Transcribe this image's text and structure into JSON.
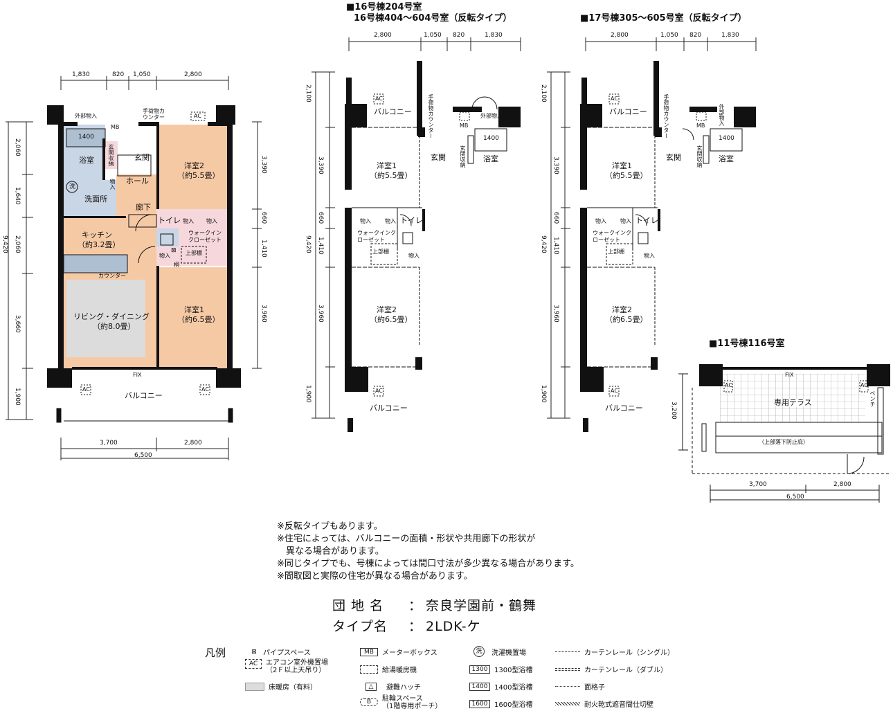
{
  "plan_main": {
    "top_dims": [
      "1,830",
      "820",
      "1,050",
      "2,800"
    ],
    "left_dims": [
      "2,060",
      "1,640",
      "2,060",
      "3,660",
      "1,900"
    ],
    "left_total": "9,420",
    "right_dims": [
      "3,390",
      "660",
      "1,410",
      "3,960"
    ],
    "bottom_dims": [
      "3,700",
      "2,800"
    ],
    "bottom_total": "6,500",
    "rooms": {
      "outdoor_storage": "外部物入",
      "hand_counter": "手荷物カウンター",
      "ac": "AC",
      "mb": "MB",
      "bath_size": "1400",
      "bath": "浴室",
      "entrance_storage": "玄関収納",
      "entrance": "玄関",
      "western2": "洋室2",
      "western2_size": "（約5.5畳）",
      "storage": "物入",
      "washer": "洗",
      "washroom": "洗面所",
      "hall": "ホール",
      "corridor": "廊下",
      "toilet": "トイレ",
      "storage_a": "物入",
      "storage_b": "物入",
      "kitchen": "キッチン",
      "kitchen_size": "（約3.2畳）",
      "walkin": "ウォークインクローゼット",
      "upper_shelf": "上部棚",
      "storage_c": "物入",
      "counter": "カウンター",
      "living": "リビング・ダイニング",
      "living_size": "（約8.0畳）",
      "western1": "洋室1",
      "western1_size": "（約6.5畳）",
      "fix": "FIX",
      "ac_left": "AC",
      "ac_right": "AC",
      "balcony": "バルコニー",
      "pipe_mark": "⊠",
      "kei": "桐"
    }
  },
  "plan_16": {
    "header1": "■16号棟204号室",
    "header2": "16号棟404〜604号室（反転タイプ）",
    "top_dims": [
      "2,800",
      "1,050",
      "820",
      "1,830"
    ],
    "left_dims": [
      "2,100",
      "3,390",
      "660",
      "1,410",
      "3,960",
      "1,900"
    ],
    "left_total": "9,420",
    "rooms": {
      "ac": "AC",
      "balcony_top": "バルコニー",
      "hand_counter": "手荷物カウンター",
      "outdoor_storage": "外部物入",
      "mb": "MB",
      "bath_size": "1400",
      "western1": "洋室1",
      "western1_size": "（約5.5畳）",
      "entrance": "玄関",
      "entrance_storage": "玄関収納",
      "bath": "浴室",
      "storage_a": "物入",
      "storage_b": "物入",
      "toilet": "トイレ",
      "walkin": "ウォークインクローゼット",
      "upper_shelf": "上部棚",
      "storage_c": "物入",
      "western2": "洋室2",
      "western2_size": "（約6.5畳）",
      "ac_bottom": "AC",
      "balcony": "バルコニー"
    }
  },
  "plan_17": {
    "header": "■17号棟305〜605号室（反転タイプ）",
    "top_dims": [
      "2,800",
      "1,050",
      "820",
      "1,830"
    ],
    "left_dims": [
      "2,100",
      "3,390",
      "660",
      "1,410",
      "3,960",
      "1,900"
    ],
    "left_total": "9,420",
    "rooms": {
      "ac": "AC",
      "balcony_top": "バルコニー",
      "hand_counter": "手荷物カウンター",
      "outdoor_storage": "外部物入",
      "mb": "MB",
      "bath_size": "1400",
      "western1": "洋室1",
      "western1_size": "（約5.5畳）",
      "entrance": "玄関",
      "entrance_storage": "玄関収納",
      "bath": "浴室",
      "storage_a": "物入",
      "storage_b": "物入",
      "toilet": "トイレ",
      "walkin": "ウォークインクローゼット",
      "upper_shelf": "上部棚",
      "storage_c": "物入",
      "western2": "洋室2",
      "western2_size": "（約6.5畳）",
      "ac_bottom": "AC",
      "balcony": "バルコニー"
    }
  },
  "plan_11": {
    "header": "■11号棟116号室",
    "fix": "FIX",
    "ac_left": "AC",
    "ac_right": "AC",
    "terrace": "専用テラス",
    "side_label": "ベンチ",
    "fall_prevention": "（上部落下防止庇）",
    "left_dim": "3,200",
    "bottom_dims": [
      "3,700",
      "2,800"
    ],
    "bottom_total": "6,500"
  },
  "notes": [
    "※反転タイプもあります。",
    "※住宅によっては、バルコニーの面積・形状や共用廊下の形状が",
    "　異なる場合があります。",
    "※同じタイプでも、号棟によっては間口寸法が多少異なる場合があります。",
    "※間取図と実際の住宅が異なる場合があります。"
  ],
  "info": {
    "complex_label": "団 地 名",
    "complex_sep": "：",
    "complex_value": "奈良学園前・鶴舞",
    "type_label": "タイプ名",
    "type_sep": "：",
    "type_value": "2LDK-ケ"
  },
  "legend": {
    "title": "凡例",
    "items": [
      {
        "symbol": "⊠",
        "label": "パイプスペース"
      },
      {
        "symbol": "AC",
        "label": "エアコン室外機置場",
        "sub": "（2Ｆ以上天吊り）"
      },
      {
        "symbol": "",
        "label": "床暖房（有料）"
      },
      {
        "symbol": "MB",
        "label": "メーターボックス"
      },
      {
        "symbol": "",
        "label": "給湯暖房機"
      },
      {
        "symbol": "△",
        "label": "避難ハッチ"
      },
      {
        "symbol": "B",
        "label": "駐輪スペース",
        "sub": "（1階専用ポーチ）"
      },
      {
        "symbol": "洗",
        "label": "洗濯機置場"
      },
      {
        "symbol": "1300",
        "label": "1300型浴槽"
      },
      {
        "symbol": "1400",
        "label": "1400型浴槽"
      },
      {
        "symbol": "1600",
        "label": "1600型浴槽"
      },
      {
        "symbol": "",
        "label": "カーテンレール（シングル）"
      },
      {
        "symbol": "",
        "label": "カーテンレール（ダブル）"
      },
      {
        "symbol": "",
        "label": "面格子"
      },
      {
        "symbol": "",
        "label": "耐火乾式遮音間仕切壁"
      }
    ]
  },
  "colors": {
    "wall": "#111111",
    "bedroom_fill": "#f6c9a5",
    "wet_fill": "#c9d6e6",
    "storage_fill": "#f5d7dc",
    "floor_heating": "#dcdcdc",
    "counter_fill": "#aebfd2"
  }
}
